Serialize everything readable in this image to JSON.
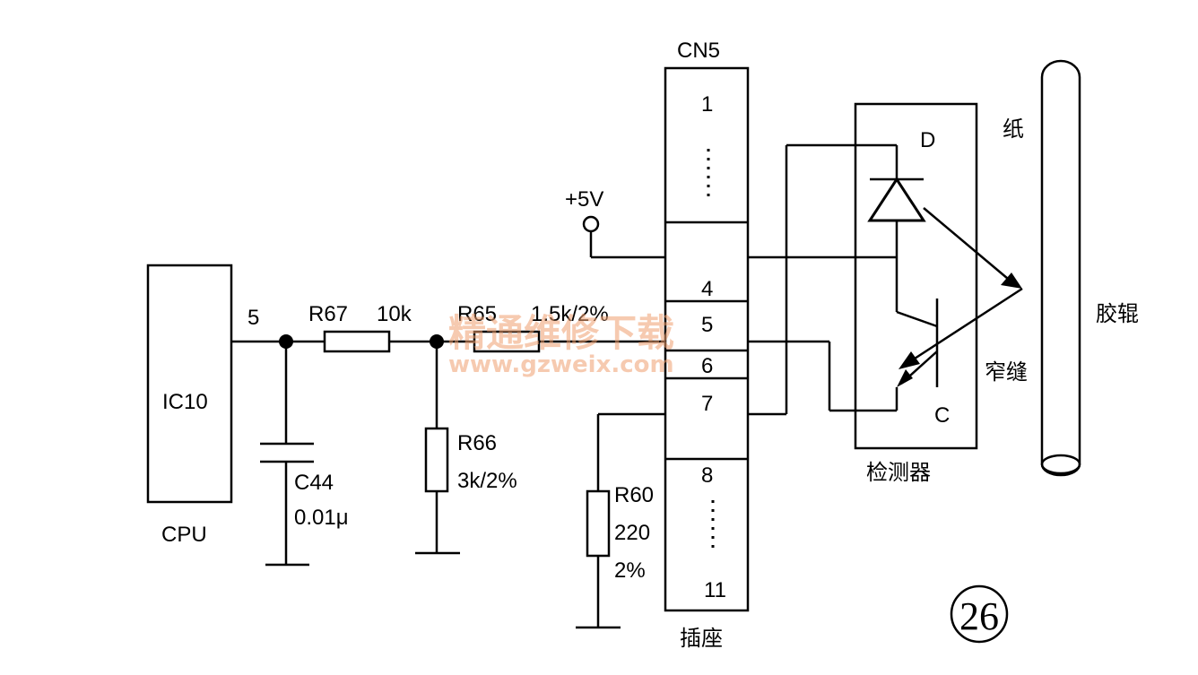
{
  "cpu": {
    "chip": "IC10",
    "caption": "CPU",
    "pin": "5"
  },
  "r67": {
    "name": "R67",
    "value": "10k"
  },
  "r65": {
    "name": "R65",
    "value": "1.5k/2%"
  },
  "r66": {
    "name": "R66",
    "value": "3k/2%"
  },
  "r60": {
    "name": "R60",
    "value": "220",
    "tolerance": "2%"
  },
  "c44": {
    "name": "C44",
    "value": "0.01μ"
  },
  "supply": {
    "label": "+5V"
  },
  "connector": {
    "name": "CN5",
    "caption": "插座",
    "pins": [
      "1",
      "4",
      "5",
      "6",
      "7",
      "8",
      "11"
    ]
  },
  "detector": {
    "caption": "检测器",
    "emitter": "D",
    "collector": "C"
  },
  "labels": {
    "paper": "纸",
    "slit": "窄缝",
    "roller": "胶辊"
  },
  "figure_number": "26",
  "watermark": {
    "title": "精通维修下载",
    "url": "www.gzweix.com"
  }
}
